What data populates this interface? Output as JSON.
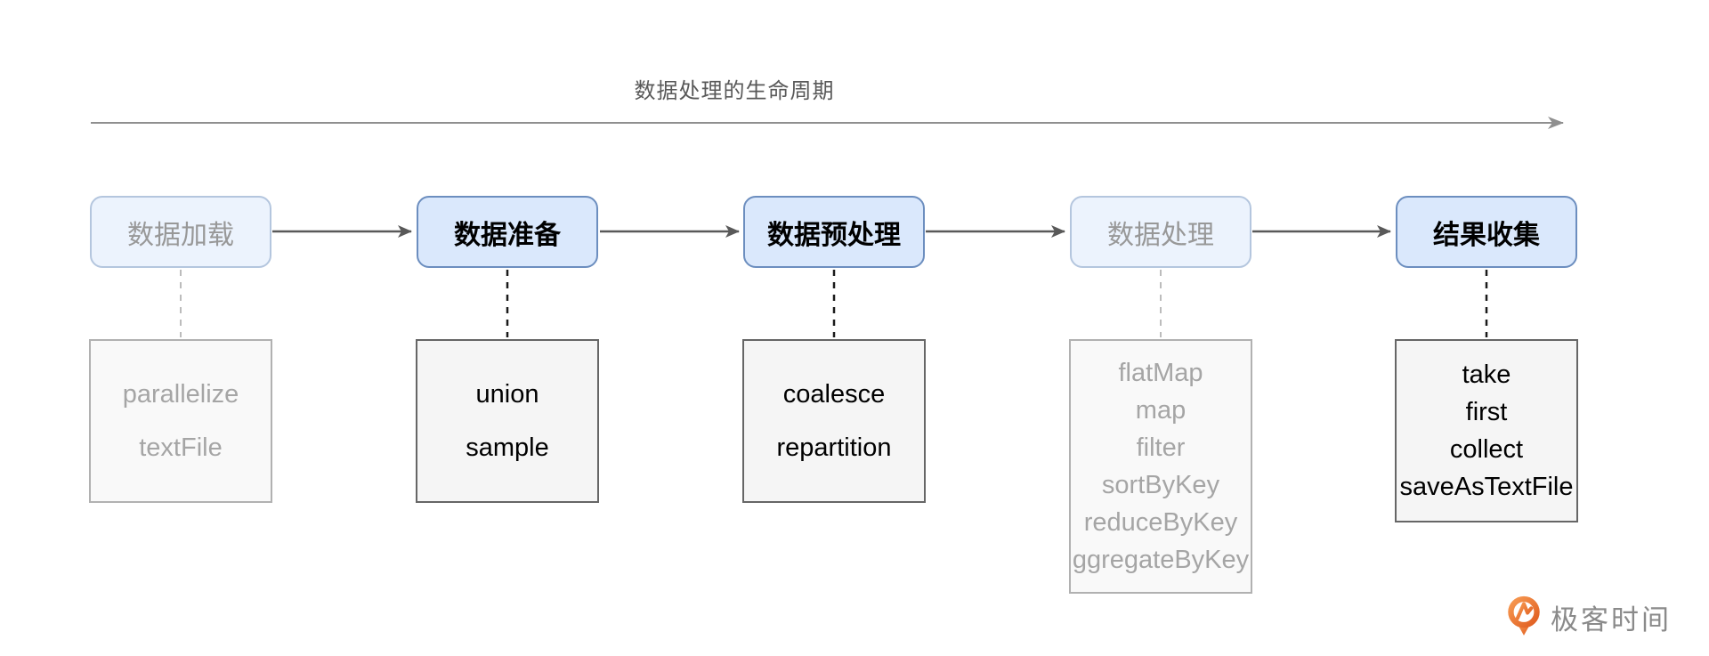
{
  "title": "数据处理的生命周期",
  "stages": [
    {
      "label": "数据加载",
      "emphasis": "faded",
      "ops": [
        "parallelize",
        "textFile"
      ]
    },
    {
      "label": "数据准备",
      "emphasis": "normal",
      "ops": [
        "union",
        "sample"
      ]
    },
    {
      "label": "数据预处理",
      "emphasis": "normal",
      "ops": [
        "coalesce",
        "repartition"
      ]
    },
    {
      "label": "数据处理",
      "emphasis": "faded",
      "ops": [
        "flatMap",
        "map",
        "filter",
        "sortByKey",
        "reduceByKey",
        "ggregateByKey"
      ]
    },
    {
      "label": "结果收集",
      "emphasis": "normal",
      "ops": [
        "take",
        "first",
        "collect",
        "saveAsTextFile"
      ]
    }
  ],
  "logo": {
    "text": "极客时间",
    "icon": "geektime-pin-icon"
  },
  "colors": {
    "stage_fill": "#dae8fc",
    "stage_border": "#6c8ebf",
    "ops_fill": "#f5f5f5",
    "ops_border": "#666666",
    "flow_arrow": "#595959",
    "timeline_arrow": "#8f8f8f",
    "logo_orange": "#ed6b2d",
    "logo_text": "#8a8a8a"
  }
}
